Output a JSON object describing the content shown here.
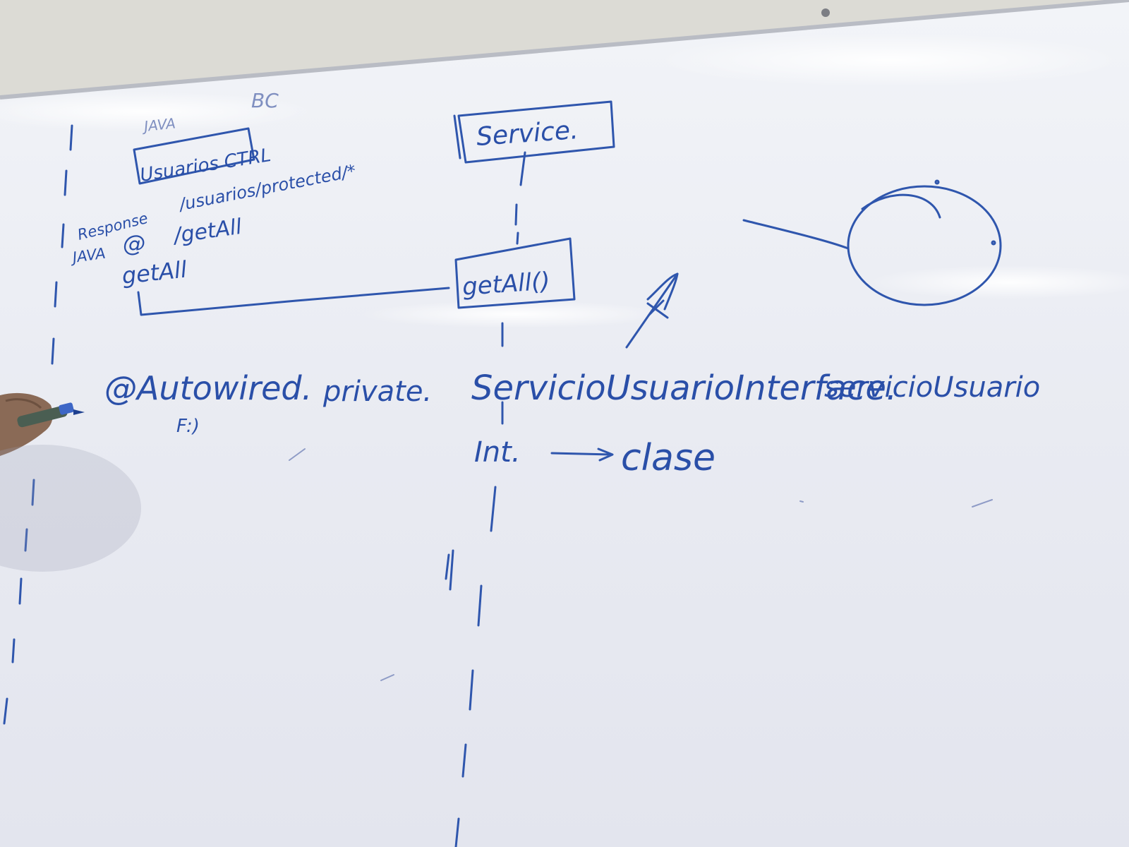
{
  "board": {
    "colors": {
      "wall": "#d9d8d2",
      "board": "#eceef4",
      "ink": "#2a4fa8",
      "frame": "#b9bcc4"
    },
    "controller": {
      "faint_bc": "BC",
      "faint_top": "JAVA",
      "box_label": "Usuarios CTRL",
      "path": "/usuarios/protected/*",
      "response": "Response",
      "at_sign": "@",
      "get_all_path": "/getAll",
      "java": "JAVA",
      "method": "getAll"
    },
    "service": {
      "box_label": "Service.",
      "method_box": "getAll()"
    },
    "bottom": {
      "autowired": "@Autowired.",
      "private": "private.",
      "interface": "ServicioUsuarioInterface.",
      "field": "servicioUsuario",
      "face": "F:)",
      "int": "Int.",
      "clase": "clase"
    },
    "icons": [
      "hand-with-marker",
      "x-arrow-icon",
      "circle-drawing"
    ]
  }
}
